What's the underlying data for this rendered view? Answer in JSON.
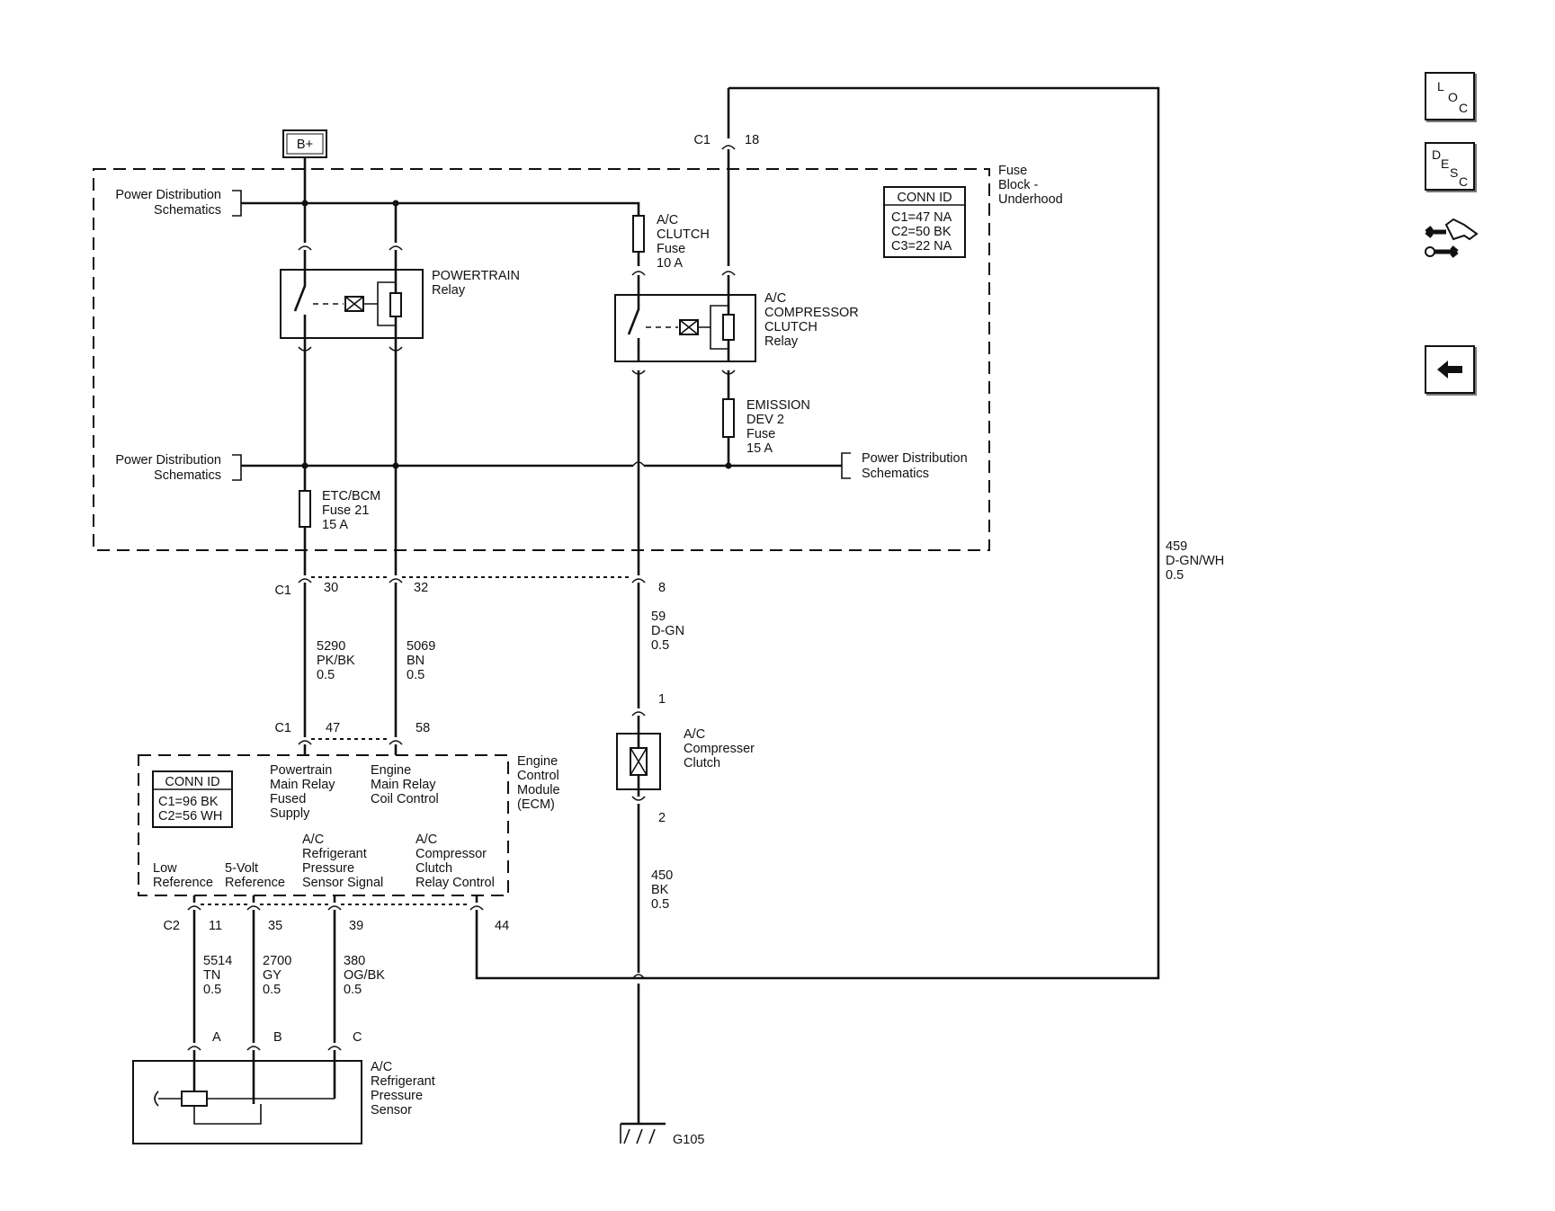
{
  "source": {
    "label": "B+"
  },
  "fuse_block": {
    "title": [
      "Fuse",
      "Block -",
      "Underhood"
    ],
    "conn_id": {
      "header": "CONN ID",
      "rows": [
        "C1=47 NA",
        "C2=50 BK",
        "C3=22 NA"
      ]
    }
  },
  "refs": {
    "pd_top": [
      "Power Distribution",
      "Schematics"
    ],
    "pd_mid_left": [
      "Power Distribution",
      "Schematics"
    ],
    "pd_mid_right": [
      "Power Distribution",
      "Schematics"
    ]
  },
  "components": {
    "ac_clutch_fuse": [
      "A/C",
      "CLUTCH",
      "Fuse",
      "10 A"
    ],
    "powertrain_relay": [
      "POWERTRAIN",
      "Relay"
    ],
    "ac_comp_relay": [
      "A/C",
      "COMPRESSOR",
      "CLUTCH",
      "Relay"
    ],
    "emission_fuse": [
      "EMISSION",
      "DEV 2",
      "Fuse",
      "15 A"
    ],
    "etc_bcm_fuse": [
      "ETC/BCM",
      "Fuse 21",
      "15 A"
    ],
    "ac_comp_clutch": [
      "A/C",
      "Compresser",
      "Clutch"
    ],
    "pressure_sensor": [
      "A/C",
      "Refrigerant",
      "Pressure",
      "Sensor"
    ],
    "ground": "G105"
  },
  "ecm": {
    "title": [
      "Engine",
      "Control",
      "Module",
      "(ECM)"
    ],
    "conn_id": {
      "header": "CONN ID",
      "rows": [
        "C1=96 BK",
        "C2=56 WH"
      ]
    },
    "pins": {
      "pt_main_relay": [
        "Powertrain",
        "Main Relay",
        "Fused",
        "Supply"
      ],
      "eng_main_relay": [
        "Engine",
        "Main Relay",
        "Coil Control"
      ],
      "low_ref": [
        "Low",
        "Reference"
      ],
      "five_volt": [
        "5-Volt",
        "Reference"
      ],
      "ac_pressure": [
        "A/C",
        "Refrigerant",
        "Pressure",
        "Sensor Signal"
      ],
      "ac_relay_ctrl": [
        "A/C",
        "Compressor",
        "Clutch",
        "Relay Control"
      ]
    }
  },
  "connectors": {
    "c1_top": "C1",
    "c1_top_pin": "18",
    "c1_fb": "C1",
    "fb_pin_30": "30",
    "fb_pin_32": "32",
    "fb_pin_8": "8",
    "c1_ecm": "C1",
    "ecm_pin_47": "47",
    "ecm_pin_58": "58",
    "c2_ecm": "C2",
    "ecm_pin_11": "11",
    "ecm_pin_35": "35",
    "ecm_pin_39": "39",
    "ecm_pin_44": "44",
    "clutch_pin_1": "1",
    "clutch_pin_2": "2",
    "sensor_a": "A",
    "sensor_b": "B",
    "sensor_c": "C"
  },
  "wires": {
    "w459": [
      "459",
      "D-GN/WH",
      "0.5"
    ],
    "w5290": [
      "5290",
      "PK/BK",
      "0.5"
    ],
    "w5069": [
      "5069",
      "BN",
      "0.5"
    ],
    "w59": [
      "59",
      "D-GN",
      "0.5"
    ],
    "w450": [
      "450",
      "BK",
      "0.5"
    ],
    "w5514": [
      "5514",
      "TN",
      "0.5"
    ],
    "w2700": [
      "2700",
      "GY",
      "0.5"
    ],
    "w380": [
      "380",
      "OG/BK",
      "0.5"
    ]
  },
  "nav": {
    "loc": {
      "a": "L",
      "b": "O",
      "c": "C"
    },
    "desc": {
      "a": "D",
      "b": "E",
      "c": "S",
      "d": "C"
    },
    "back_icon": "left-arrow-icon",
    "schematic_icon": "connector-swap-icon"
  }
}
